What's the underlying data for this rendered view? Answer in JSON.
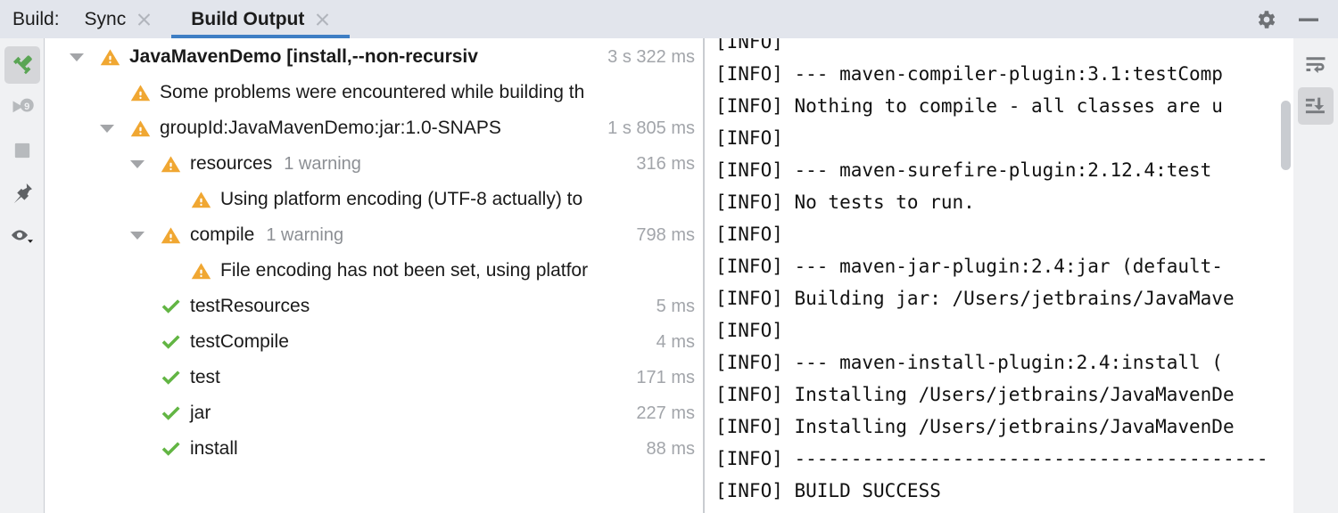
{
  "header": {
    "label": "Build:",
    "tabs": [
      {
        "name": "sync",
        "label": "Sync",
        "active": false,
        "close_icon": "close-icon"
      },
      {
        "name": "build-output",
        "label": "Build Output",
        "active": true,
        "close_icon": "close-icon"
      }
    ],
    "actions": [
      {
        "name": "settings",
        "icon": "gear-icon"
      },
      {
        "name": "minimize",
        "icon": "minimize-icon"
      }
    ]
  },
  "left_toolbar": {
    "buttons": [
      {
        "name": "rerun-build",
        "icon": "hammer-icon",
        "selected": true
      },
      {
        "name": "rerun-failed",
        "icon": "rerun-9-icon",
        "badge": "9",
        "selected": false
      },
      {
        "name": "stop",
        "icon": "stop-square-icon",
        "selected": false
      },
      {
        "name": "pin-tab",
        "icon": "pin-icon",
        "selected": false
      },
      {
        "name": "show-options",
        "icon": "eye-dropdown-icon",
        "selected": false
      }
    ]
  },
  "right_toolbar": {
    "buttons": [
      {
        "name": "soft-wrap",
        "icon": "soft-wrap-icon",
        "selected": false
      },
      {
        "name": "scroll-to-end",
        "icon": "scroll-to-end-icon",
        "selected": true
      }
    ]
  },
  "tree": {
    "rows": [
      {
        "name": "row-javamavendemo",
        "indent": 0,
        "twisty": "expanded",
        "status_icon": "warning-icon",
        "label": "JavaMavenDemo [install,--non-recursiv",
        "bold": true,
        "sub": "",
        "time": "3 s 322 ms"
      },
      {
        "name": "row-some-problems",
        "indent": 1,
        "twisty": "none",
        "status_icon": "warning-icon",
        "label": "Some problems were encountered while building th",
        "bold": false,
        "sub": "",
        "time": ""
      },
      {
        "name": "row-groupid",
        "indent": 1,
        "twisty": "expanded",
        "status_icon": "warning-icon",
        "label": "groupId:JavaMavenDemo:jar:1.0-SNAPS",
        "bold": false,
        "sub": "",
        "time": "1 s 805 ms"
      },
      {
        "name": "row-resources",
        "indent": 2,
        "twisty": "expanded",
        "status_icon": "warning-icon",
        "label": "resources",
        "bold": false,
        "sub": "1 warning",
        "time": "316 ms"
      },
      {
        "name": "row-using-platform-encoding",
        "indent": 3,
        "twisty": "none",
        "status_icon": "warning-icon",
        "label": "Using platform encoding (UTF-8 actually) to",
        "bold": false,
        "sub": "",
        "time": ""
      },
      {
        "name": "row-compile",
        "indent": 2,
        "twisty": "expanded",
        "status_icon": "warning-icon",
        "label": "compile",
        "bold": false,
        "sub": "1 warning",
        "time": "798 ms"
      },
      {
        "name": "row-file-encoding",
        "indent": 3,
        "twisty": "none",
        "status_icon": "warning-icon",
        "label": "File encoding has not been set, using platfor",
        "bold": false,
        "sub": "",
        "time": ""
      },
      {
        "name": "row-testresources",
        "indent": 2,
        "twisty": "none",
        "status_icon": "success-icon",
        "label": "testResources",
        "bold": false,
        "sub": "",
        "time": "5 ms"
      },
      {
        "name": "row-testcompile",
        "indent": 2,
        "twisty": "none",
        "status_icon": "success-icon",
        "label": "testCompile",
        "bold": false,
        "sub": "",
        "time": "4 ms"
      },
      {
        "name": "row-test",
        "indent": 2,
        "twisty": "none",
        "status_icon": "success-icon",
        "label": "test",
        "bold": false,
        "sub": "",
        "time": "171 ms"
      },
      {
        "name": "row-jar",
        "indent": 2,
        "twisty": "none",
        "status_icon": "success-icon",
        "label": "jar",
        "bold": false,
        "sub": "",
        "time": "227 ms"
      },
      {
        "name": "row-install",
        "indent": 2,
        "twisty": "none",
        "status_icon": "success-icon",
        "label": "install",
        "bold": false,
        "sub": "",
        "time": "88 ms"
      }
    ]
  },
  "console": {
    "lines": [
      "[INFO]",
      "[INFO] --- maven-compiler-plugin:3.1:testComp",
      "[INFO] Nothing to compile - all classes are u",
      "[INFO]",
      "[INFO] --- maven-surefire-plugin:2.12.4:test ",
      "[INFO] No tests to run.",
      "[INFO]",
      "[INFO] --- maven-jar-plugin:2.4:jar (default-",
      "[INFO] Building jar: /Users/jetbrains/JavaMave",
      "[INFO]",
      "[INFO] --- maven-install-plugin:2.4:install (",
      "[INFO] Installing /Users/jetbrains/JavaMavenDe",
      "[INFO] Installing /Users/jetbrains/JavaMavenDe",
      "[INFO] ------------------------------------------",
      "[INFO] BUILD SUCCESS"
    ]
  },
  "colors": {
    "accent": "#3e7ec4",
    "warning": "#f0a732",
    "success": "#62b543",
    "chrome": "#e2e5ec",
    "toolbar": "#f0f1f3"
  }
}
